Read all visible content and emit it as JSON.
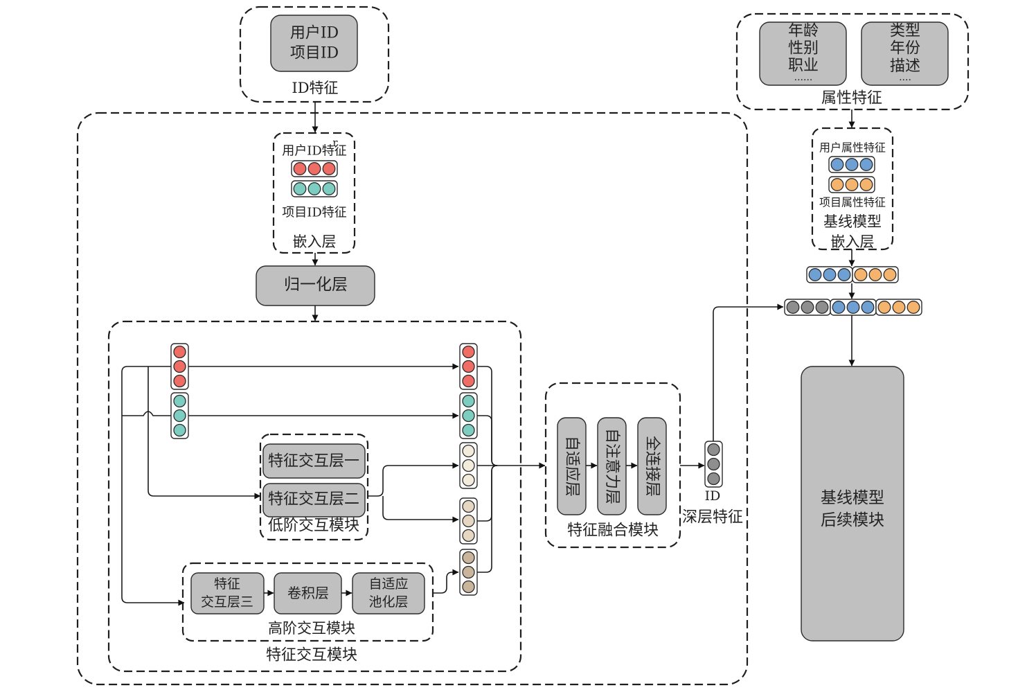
{
  "id_feature": {
    "box_lines": [
      "用户ID",
      "项目ID"
    ],
    "label": "ID特征"
  },
  "embedding": {
    "mark": "r",
    "user_label": "用户ID特征",
    "item_label": "项目ID特征",
    "title": "嵌入层"
  },
  "normalization": {
    "label": "归一化层"
  },
  "interaction_module": {
    "label": "特征交互模块",
    "low_order": {
      "layer1": "特征交互层一",
      "layer2": "特征交互层二",
      "label": "低阶交互模块"
    },
    "high_order": {
      "layer3_lines": [
        "特征",
        "交互层三"
      ],
      "conv": "卷积层",
      "pool_lines": [
        "自适应",
        "池化层"
      ],
      "label": "高阶交互模块"
    }
  },
  "fusion_module": {
    "adaptive": "自适应层",
    "attention": "自注意力层",
    "fc": "全连接层",
    "label": "特征融合模块"
  },
  "deep_feature": {
    "line1": "ID",
    "line2": "深层特征"
  },
  "attribute_feature": {
    "user_attrs": [
      "年龄",
      "性别",
      "职业",
      "......"
    ],
    "item_attrs": [
      "类型",
      "年份",
      "描述",
      "...."
    ],
    "label": "属性特征"
  },
  "baseline_embedding": {
    "user_label": "用户属性特征",
    "item_label": "项目属性特征",
    "title_lines": [
      "基线模型",
      "嵌入层"
    ]
  },
  "baseline_rest": {
    "lines": [
      "基线模型",
      "后续模块"
    ]
  },
  "colors": {
    "red": "#ee6d65",
    "teal": "#7ecdc1",
    "cream": "#f3ecdc",
    "beige": "#e6d7c2",
    "tan": "#c9b49c",
    "gray": "#8e8e8e",
    "blue": "#6fa0d3",
    "orange": "#f5b46e"
  }
}
